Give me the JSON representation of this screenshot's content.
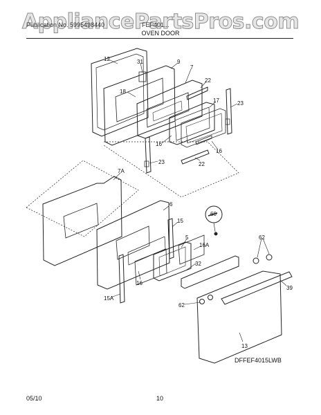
{
  "watermark": "AppliancePartsPros.com",
  "header": {
    "left_text": "Publication No. 5995498440",
    "right_text": "FEF401...",
    "section_title": "OVEN DOOR"
  },
  "part_labels": {
    "p12": "12",
    "p31": "31",
    "p9": "9",
    "p7": "7",
    "p18": "18",
    "p22a": "22",
    "p17": "17",
    "p23a": "23",
    "p16a": "16",
    "p16b": "16",
    "p23b": "23",
    "p22b": "22",
    "p7a": "7A",
    "p6": "6",
    "p60": "60",
    "p15": "15",
    "p5": "5",
    "p16c": "16A",
    "p62a": "62",
    "p32": "32",
    "p16d": "16",
    "p39": "39",
    "p15a": "15A",
    "p62b": "62",
    "p13": "13"
  },
  "diagram_id": "DFFEF4015LWB",
  "footer": {
    "date": "05/10",
    "page": "10"
  }
}
